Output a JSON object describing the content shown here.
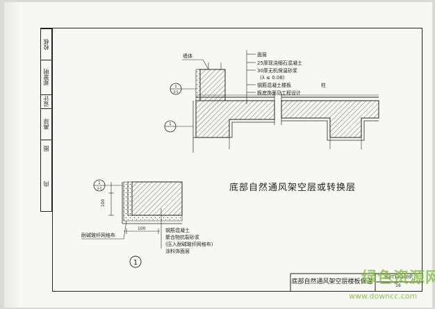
{
  "sidebar": {
    "cells": [
      "校核",
      "郑翠明",
      "设计",
      "高琼",
      "图",
      "向"
    ]
  },
  "top_detail": {
    "wall_label": "墙体",
    "layers": [
      "面层",
      "25厚现浇细石混凝土",
      "30厚无机保温砂浆",
      "(λ ≤ 0.08)",
      "钢筋混凝土楼板",
      "板底饰面见工程设计"
    ],
    "column_label": "柱",
    "axis_top": "1\n3-5",
    "axis_left": "1"
  },
  "section_title": "底部自然通风架空层或转换层",
  "detail1": {
    "axis": "1\n3-5",
    "dim_vertical": "100",
    "dim_horizontal": "100",
    "mesh_label": "耐碱玻纤网格布",
    "layers": [
      "钢筋混凝土",
      "聚合物抗裂砂浆",
      "(压入耐碱玻纤网格布)",
      "涂料饰面层"
    ],
    "detail_number": "1"
  },
  "title_block": {
    "title": "底部自然通风架空层楼板保温",
    "code": "苏J/T13-2009",
    "page": "16"
  },
  "watermark": {
    "text": "绿色资源网",
    "url": "www.downcc.com"
  },
  "colors": {
    "ink": "#222222",
    "paper": "#f7f7f4",
    "watermark": "#7dbb3a"
  }
}
